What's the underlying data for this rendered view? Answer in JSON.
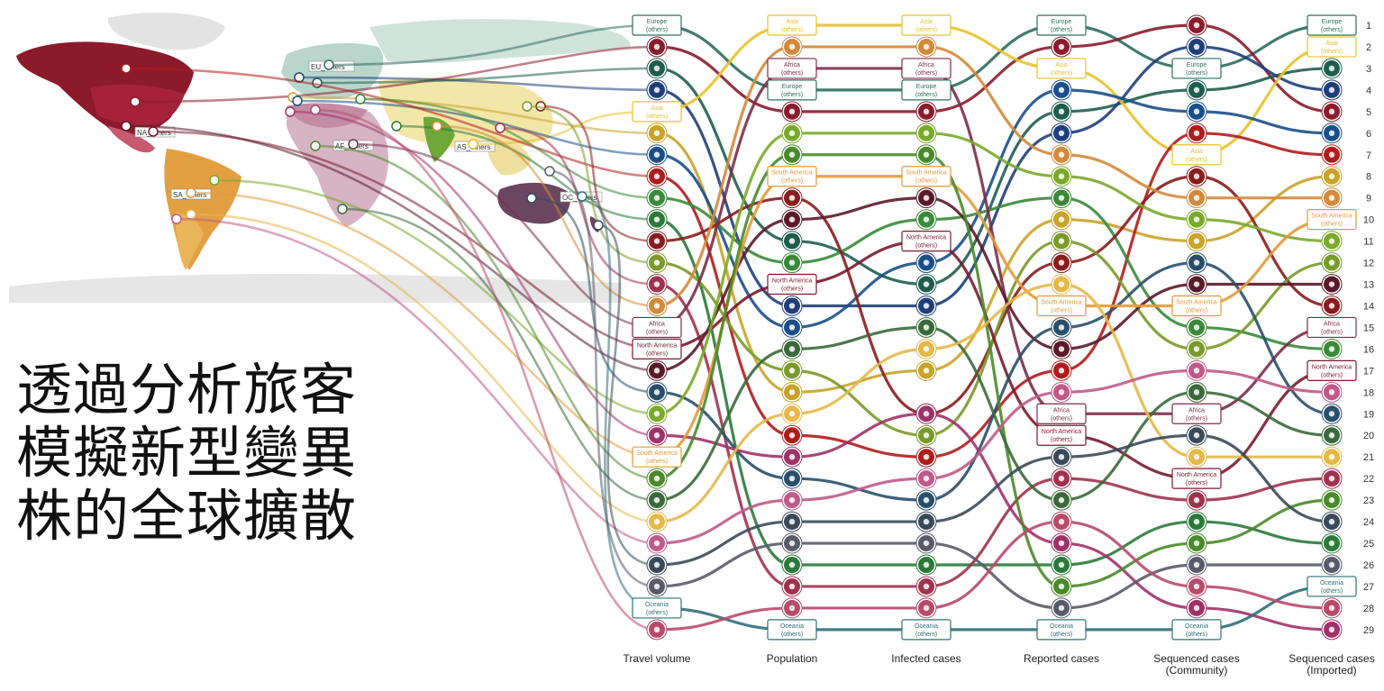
{
  "headline": {
    "line1": "透過分析旅客",
    "line2": "模擬新型變異",
    "line3": "株的全球擴散"
  },
  "colors": {
    "Europe": "#2e6e5e",
    "Asia": "#e8c22c",
    "Africa": "#7a2e4a",
    "North America": "#7a1a2e",
    "South America": "#e29a3a",
    "Oceania": "#2f6f7a",
    "US": "#8a1c2c",
    "DE": "#1f5e4e",
    "GB": "#1f3f7a",
    "FR": "#1a4f8a",
    "CA": "#b01c1c",
    "ES": "#c9a32a",
    "TR": "#3a8a3a",
    "AE": "#2a7a3a",
    "JP": "#8a1c1c",
    "KR": "#7a9a2a",
    "HK": "#a0324e",
    "IN": "#d48a3a",
    "MX": "#5a1a2a",
    "AU": "#2a4f6a",
    "BR": "#7aaa2a",
    "MA": "#a0326a",
    "NG": "#4a8a2a",
    "ZA": "#3a6a3a",
    "AR": "#e6b84a",
    "CL": "#c05a8a",
    "NZ": "#3a4a5a",
    "PG": "#5a5a6a",
    "TN": "#b84a6a"
  },
  "map_labels": {
    "eu": "EU_others",
    "na": "NA_others",
    "af": "AF_others",
    "as": "AS_others",
    "sa": "SA_others",
    "oc": "OC_others"
  },
  "chart_data": {
    "type": "bump",
    "title": "",
    "columns": [
      "Travel volume",
      "Population",
      "Infected cases",
      "Reported cases",
      "Sequenced cases\n(Community)",
      "Sequenced cases\n(Imported)"
    ],
    "ranks": [
      1,
      2,
      3,
      4,
      5,
      6,
      7,
      8,
      9,
      10,
      11,
      12,
      13,
      14,
      15,
      16,
      17,
      18,
      19,
      20,
      21,
      22,
      23,
      24,
      25,
      26,
      27,
      28,
      29
    ],
    "series": [
      {
        "id": "Europe",
        "label": "Europe\n(others)",
        "kind": "box",
        "ranks": [
          1,
          4,
          4,
          1,
          3,
          1
        ]
      },
      {
        "id": "US",
        "kind": "flag",
        "ranks": [
          2,
          5,
          5,
          2,
          1,
          5
        ]
      },
      {
        "id": "DE",
        "kind": "flag",
        "ranks": [
          3,
          11,
          13,
          5,
          4,
          3
        ]
      },
      {
        "id": "GB",
        "kind": "flag",
        "ranks": [
          4,
          14,
          14,
          6,
          2,
          4
        ]
      },
      {
        "id": "Asia",
        "label": "Asia\n(others)",
        "kind": "box",
        "ranks": [
          5,
          1,
          1,
          3,
          7,
          2
        ]
      },
      {
        "id": "ES",
        "kind": "flag",
        "ranks": [
          6,
          18,
          17,
          10,
          11,
          8
        ]
      },
      {
        "id": "FR",
        "kind": "flag",
        "ranks": [
          7,
          15,
          12,
          4,
          5,
          6
        ]
      },
      {
        "id": "CA",
        "kind": "flag",
        "ranks": [
          8,
          20,
          21,
          17,
          6,
          7
        ]
      },
      {
        "id": "TR",
        "kind": "flag",
        "ranks": [
          9,
          12,
          10,
          9,
          15,
          16
        ]
      },
      {
        "id": "AE",
        "kind": "flag",
        "ranks": [
          10,
          26,
          26,
          26,
          24,
          25
        ]
      },
      {
        "id": "JP",
        "kind": "flag",
        "ranks": [
          11,
          9,
          19,
          12,
          8,
          14
        ]
      },
      {
        "id": "KR",
        "kind": "flag",
        "ranks": [
          12,
          17,
          20,
          11,
          16,
          12
        ]
      },
      {
        "id": "HK",
        "kind": "flag",
        "ranks": [
          13,
          27,
          27,
          22,
          23,
          22
        ]
      },
      {
        "id": "IN",
        "kind": "flag",
        "ranks": [
          14,
          2,
          2,
          7,
          9,
          9
        ]
      },
      {
        "id": "Africa",
        "label": "Africa\n(others)",
        "kind": "box",
        "ranks": [
          15,
          3,
          3,
          19,
          19,
          15
        ]
      },
      {
        "id": "North America",
        "label": "North America\n(others)",
        "kind": "box",
        "ranks": [
          16,
          13,
          11,
          20,
          22,
          17
        ]
      },
      {
        "id": "MX",
        "kind": "flag",
        "ranks": [
          17,
          10,
          9,
          16,
          13,
          13
        ]
      },
      {
        "id": "AU",
        "kind": "flag",
        "ranks": [
          18,
          22,
          23,
          15,
          12,
          19
        ]
      },
      {
        "id": "BR",
        "kind": "flag",
        "ranks": [
          19,
          6,
          6,
          8,
          10,
          11
        ]
      },
      {
        "id": "MA",
        "kind": "flag",
        "ranks": [
          20,
          21,
          19,
          25,
          28,
          29
        ]
      },
      {
        "id": "South America",
        "label": "South America\n(others)",
        "kind": "box",
        "ranks": [
          21,
          8,
          8,
          14,
          14,
          10
        ]
      },
      {
        "id": "NG",
        "kind": "flag",
        "ranks": [
          22,
          7,
          7,
          27,
          25,
          23
        ]
      },
      {
        "id": "ZA",
        "kind": "flag",
        "ranks": [
          23,
          16,
          15,
          23,
          18,
          20
        ]
      },
      {
        "id": "AR",
        "kind": "flag",
        "ranks": [
          24,
          19,
          16,
          13,
          21,
          21
        ]
      },
      {
        "id": "CL",
        "kind": "flag",
        "ranks": [
          25,
          23,
          22,
          18,
          17,
          18
        ]
      },
      {
        "id": "NZ",
        "kind": "flag",
        "ranks": [
          26,
          24,
          24,
          21,
          20,
          24
        ]
      },
      {
        "id": "PG",
        "kind": "flag",
        "ranks": [
          27,
          25,
          25,
          28,
          26,
          26
        ]
      },
      {
        "id": "Oceania",
        "label": "Oceania\n(others)",
        "kind": "box",
        "ranks": [
          28,
          29,
          29,
          29,
          29,
          27
        ]
      },
      {
        "id": "TN",
        "kind": "flag",
        "ranks": [
          29,
          28,
          28,
          24,
          27,
          28
        ]
      }
    ]
  }
}
